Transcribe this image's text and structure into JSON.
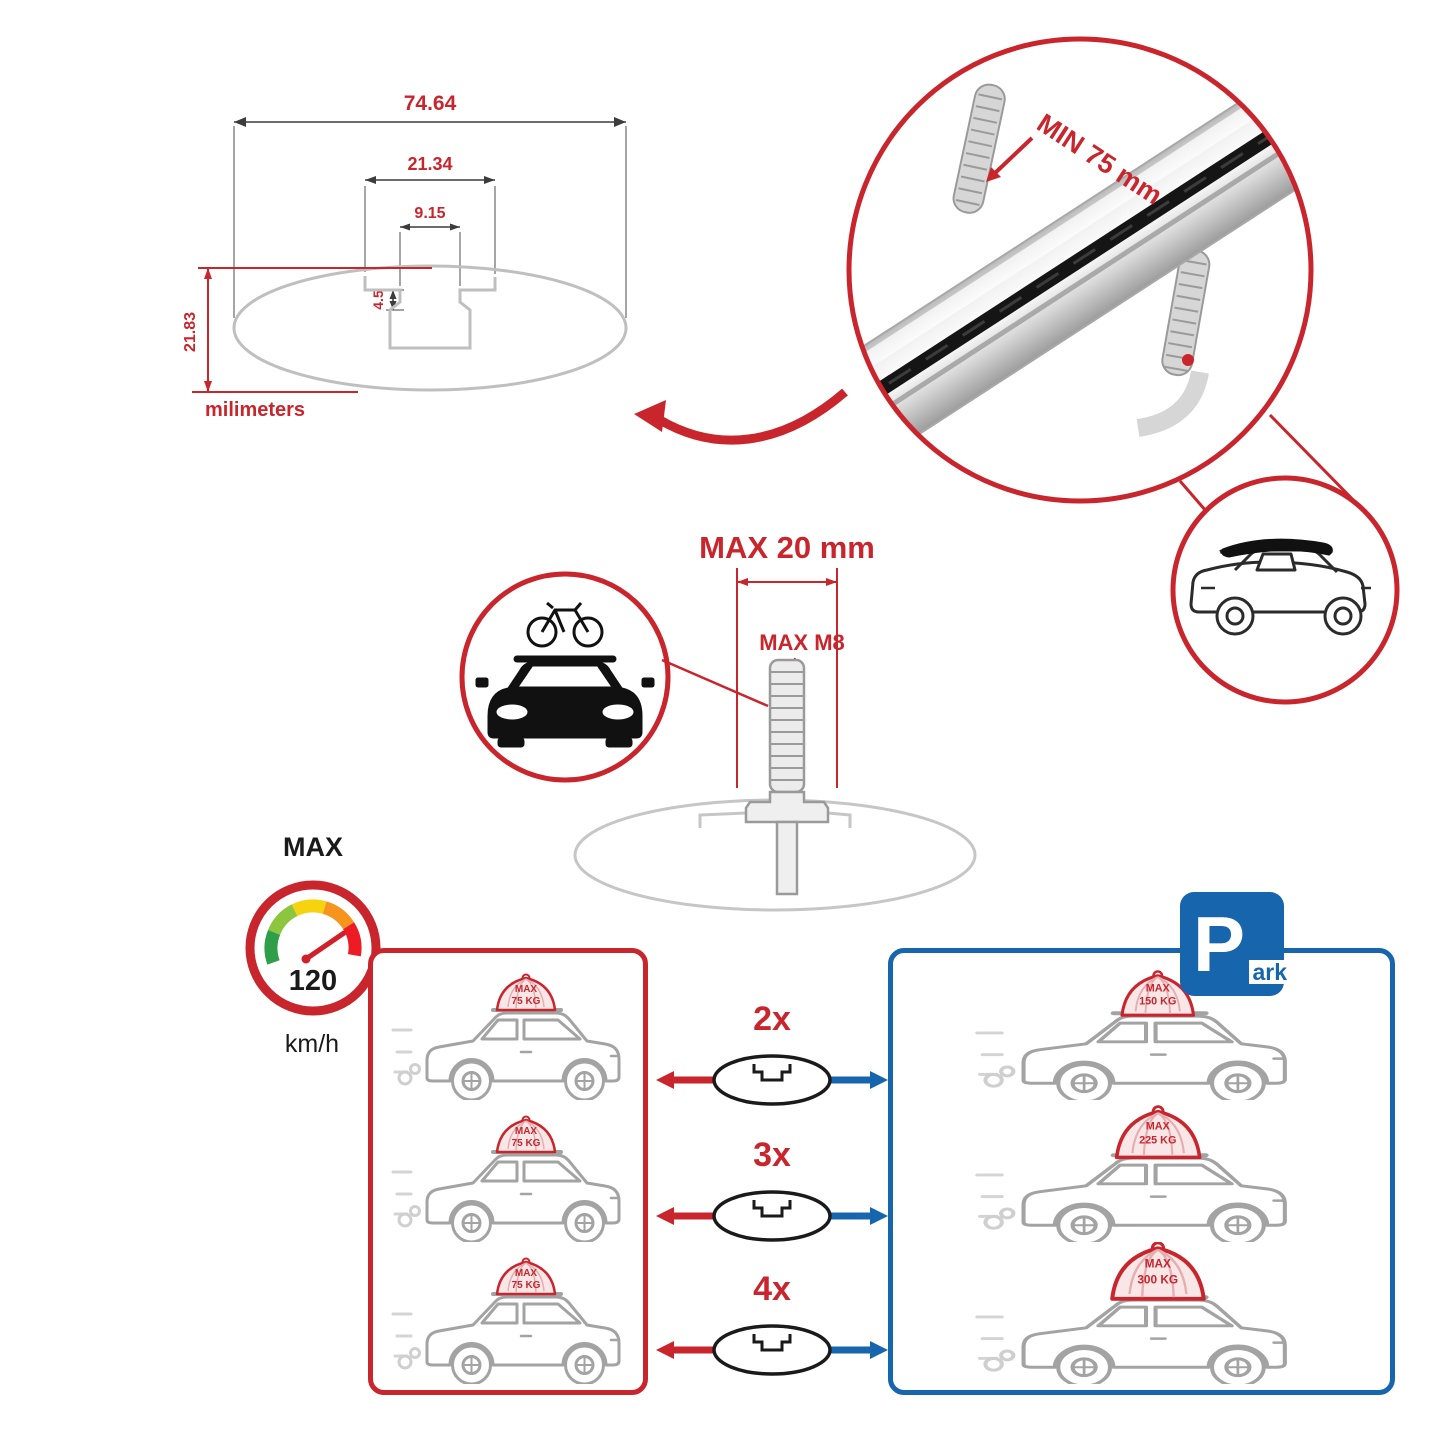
{
  "colors": {
    "red": "#c9252c",
    "blue": "#1766ad",
    "gray_line": "#a0a0a0",
    "dark": "#1a1a1a"
  },
  "dimensions": {
    "total_width": "74.64",
    "outer_channel": "21.34",
    "inner_channel": "9.15",
    "lip_depth": "4.5",
    "total_height": "21.83",
    "unit": "milimeters"
  },
  "bar": {
    "min_clamp": "MIN 75 mm"
  },
  "bolt": {
    "max_length": "MAX 20 mm",
    "max_thread": "MAX M8"
  },
  "speed": {
    "label": "MAX",
    "value": "120",
    "unit": "km/h"
  },
  "multipliers": [
    "2x",
    "3x",
    "4x"
  ],
  "left_panel": {
    "cars": [
      {
        "max": "MAX",
        "load": "75 KG"
      },
      {
        "max": "MAX",
        "load": "75 KG"
      },
      {
        "max": "MAX",
        "load": "75 KG"
      }
    ]
  },
  "right_panel": {
    "cars": [
      {
        "max": "MAX",
        "load": "150 KG"
      },
      {
        "max": "MAX",
        "load": "225 KG"
      },
      {
        "max": "MAX",
        "load": "300 KG"
      }
    ]
  },
  "park": {
    "p": "P",
    "ark": "ark"
  }
}
